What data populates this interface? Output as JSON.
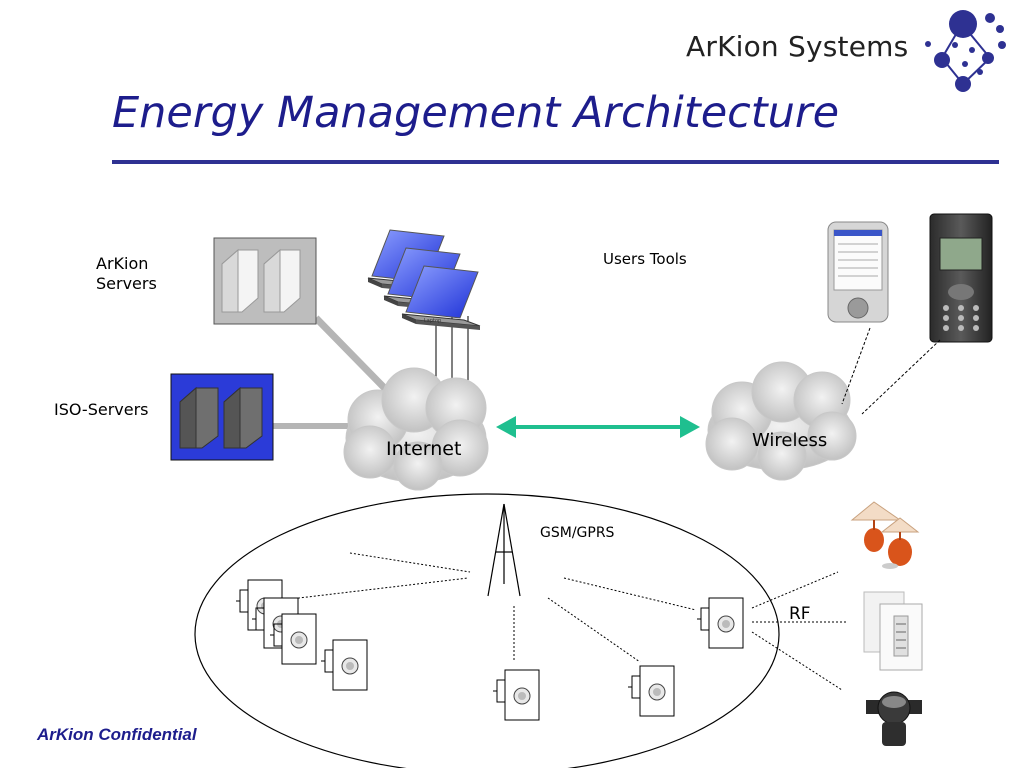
{
  "header": {
    "company_name": "ArKion Systems",
    "title": "Energy Management Architecture",
    "accent_color": "#1d1d8c"
  },
  "diagram": {
    "arkion_servers_label": "ArKion\nServers",
    "iso_servers_label": "ISO-Servers",
    "users_tools_label": "Users Tools",
    "internet_label": "Internet",
    "wireless_label": "Wireless",
    "gsm_label": "GSM/GPRS",
    "rf_label": "RF",
    "laptop_caption": "Laptop",
    "arrow_color": "#1fbf8f"
  },
  "footer": {
    "confidential": "ArKion Confidential"
  }
}
